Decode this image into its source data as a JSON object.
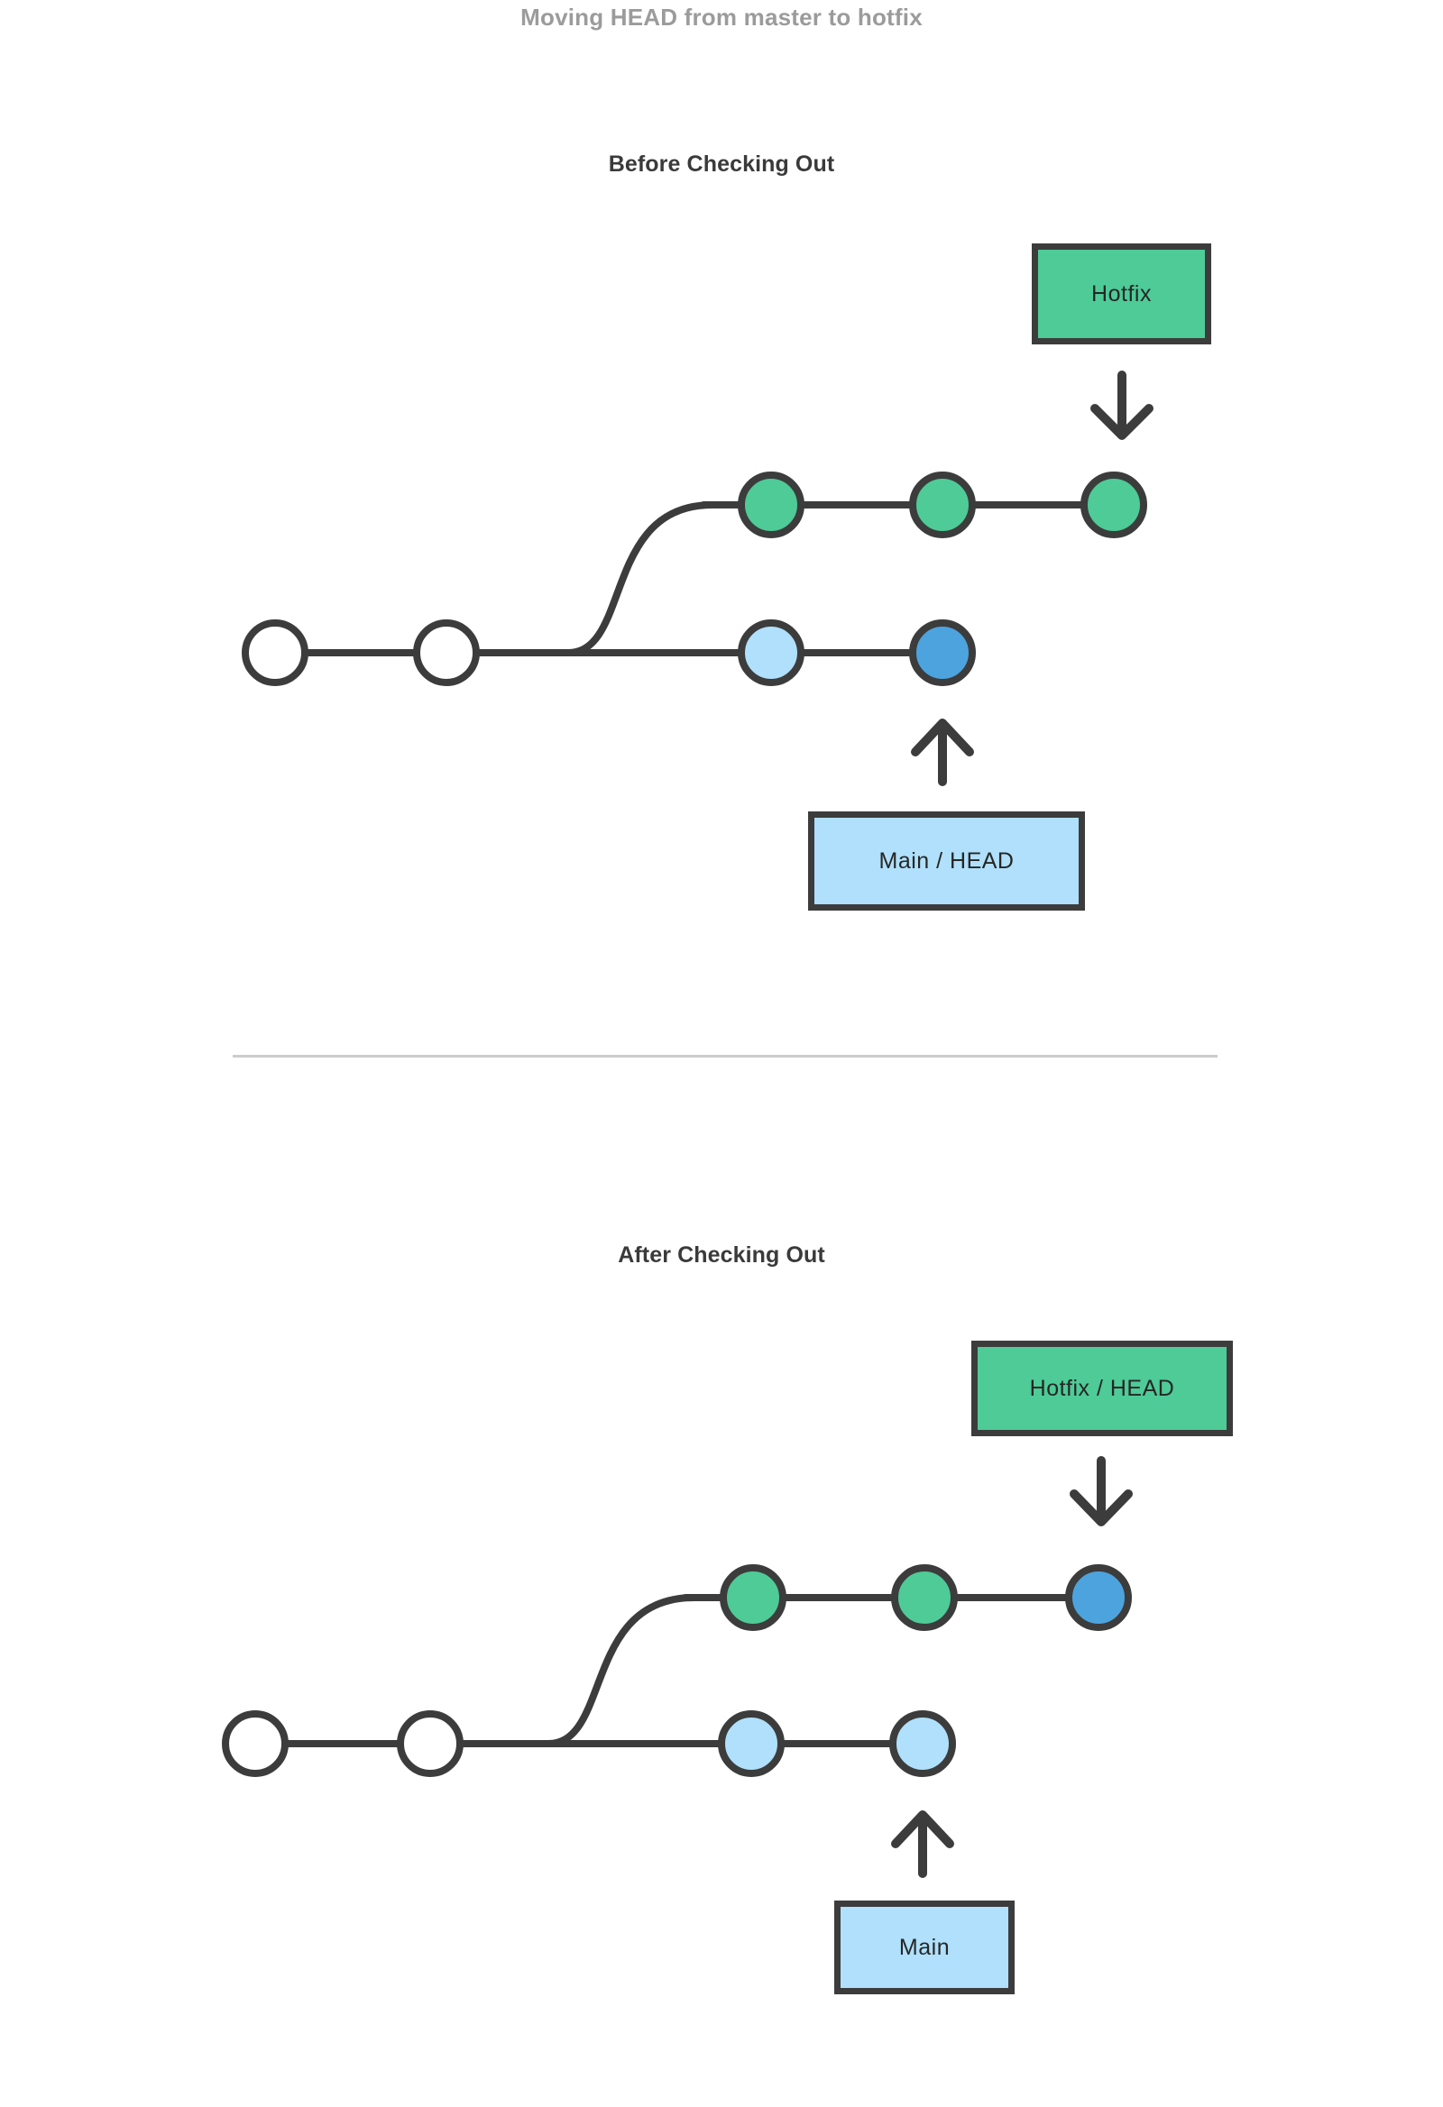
{
  "page": {
    "title": "Moving HEAD from master to hotfix",
    "title_color": "#9b9b9b",
    "background": "#ffffff"
  },
  "palette": {
    "stroke": "#3c3c3c",
    "node_white": "#ffffff",
    "node_green": "#4ecb97",
    "node_light_blue": "#b0e0fb",
    "node_head_blue": "#4da3de",
    "divider": "#cccccc",
    "heading_text": "#3a3a3a"
  },
  "sections": [
    {
      "id": "before",
      "heading": "Before Checking Out",
      "boxes": [
        {
          "name": "hotfix-branch-label",
          "text": "Hotfix",
          "fill": "#4ecb97"
        },
        {
          "name": "main-head-branch-label",
          "text": "Main  / HEAD",
          "fill": "#b0e0fb"
        }
      ],
      "arrows": [
        {
          "name": "hotfix-pointer-arrow",
          "direction": "down"
        },
        {
          "name": "main-head-pointer-arrow",
          "direction": "up"
        }
      ],
      "graph": {
        "branches": [
          {
            "name": "hotfix-branch",
            "row": "top",
            "nodes": [
              {
                "id": "h1",
                "fill": "#4ecb97"
              },
              {
                "id": "h2",
                "fill": "#4ecb97"
              },
              {
                "id": "h3",
                "fill": "#4ecb97"
              }
            ]
          },
          {
            "name": "main-branch",
            "row": "bottom",
            "nodes": [
              {
                "id": "c1",
                "fill": "#ffffff"
              },
              {
                "id": "c2",
                "fill": "#ffffff"
              },
              {
                "id": "m1",
                "fill": "#b0e0fb"
              },
              {
                "id": "m2",
                "fill": "#4da3de"
              }
            ]
          }
        ]
      }
    },
    {
      "id": "after",
      "heading": "After Checking Out",
      "boxes": [
        {
          "name": "hotfix-head-branch-label",
          "text": "Hotfix / HEAD",
          "fill": "#4ecb97"
        },
        {
          "name": "main-branch-label",
          "text": "Main",
          "fill": "#b0e0fb"
        }
      ],
      "arrows": [
        {
          "name": "hotfix-head-pointer-arrow",
          "direction": "down"
        },
        {
          "name": "main-pointer-arrow",
          "direction": "up"
        }
      ],
      "graph": {
        "branches": [
          {
            "name": "hotfix-branch",
            "row": "top",
            "nodes": [
              {
                "id": "h1",
                "fill": "#4ecb97"
              },
              {
                "id": "h2",
                "fill": "#4ecb97"
              },
              {
                "id": "h3",
                "fill": "#4da3de"
              }
            ]
          },
          {
            "name": "main-branch",
            "row": "bottom",
            "nodes": [
              {
                "id": "c1",
                "fill": "#ffffff"
              },
              {
                "id": "c2",
                "fill": "#ffffff"
              },
              {
                "id": "m1",
                "fill": "#b0e0fb"
              },
              {
                "id": "m2",
                "fill": "#b0e0fb"
              }
            ]
          }
        ]
      }
    }
  ]
}
